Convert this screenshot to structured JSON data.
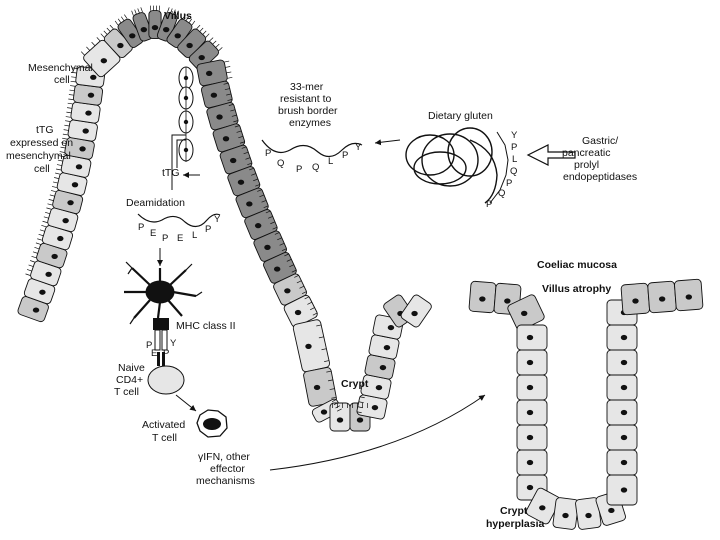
{
  "labels": {
    "villus": "Villus",
    "mesenchymal_cell": [
      "Mesenchymal",
      "cell"
    ],
    "ttg_expressed": [
      "tTG",
      "expressed on",
      "mesenchymal",
      "cell"
    ],
    "mer33": [
      "33-mer",
      "resistant to",
      "brush border",
      "enzymes"
    ],
    "dietary_gluten": "Dietary gluten",
    "gastric": [
      "Gastric/",
      "pancreatic",
      "prolyl",
      "endopeptidases"
    ],
    "ttg": "tTG",
    "deamidation": "Deamidation",
    "mhc": "MHC class II",
    "naive": [
      "Naive",
      "CD4+",
      "T cell"
    ],
    "activated": [
      "Activated",
      "T cell"
    ],
    "effector": [
      "γIFN, other",
      "effector",
      "mechanisms"
    ],
    "crypt": "Crypt",
    "coeliac_mucosa": "Coeliac mucosa",
    "villus_atrophy": "Villus atrophy",
    "crypt_hyperplasia": [
      "Crypt",
      "hyperplasia"
    ]
  },
  "sequences": {
    "native": [
      "P",
      "Q",
      "P",
      "Q",
      "L",
      "P",
      "Y"
    ],
    "deamidated": [
      "P",
      "E",
      "P",
      "E",
      "L",
      "P",
      "Y"
    ],
    "gluten_tail": [
      "Y",
      "P",
      "L",
      "Q",
      "P",
      "Q",
      "P"
    ]
  },
  "colors": {
    "ink": "#111111",
    "cell_light": "#e6e6e6",
    "cell_mid": "#c9c9c9",
    "cell_dark": "#8a8a8a",
    "nucleus": "#111111"
  }
}
